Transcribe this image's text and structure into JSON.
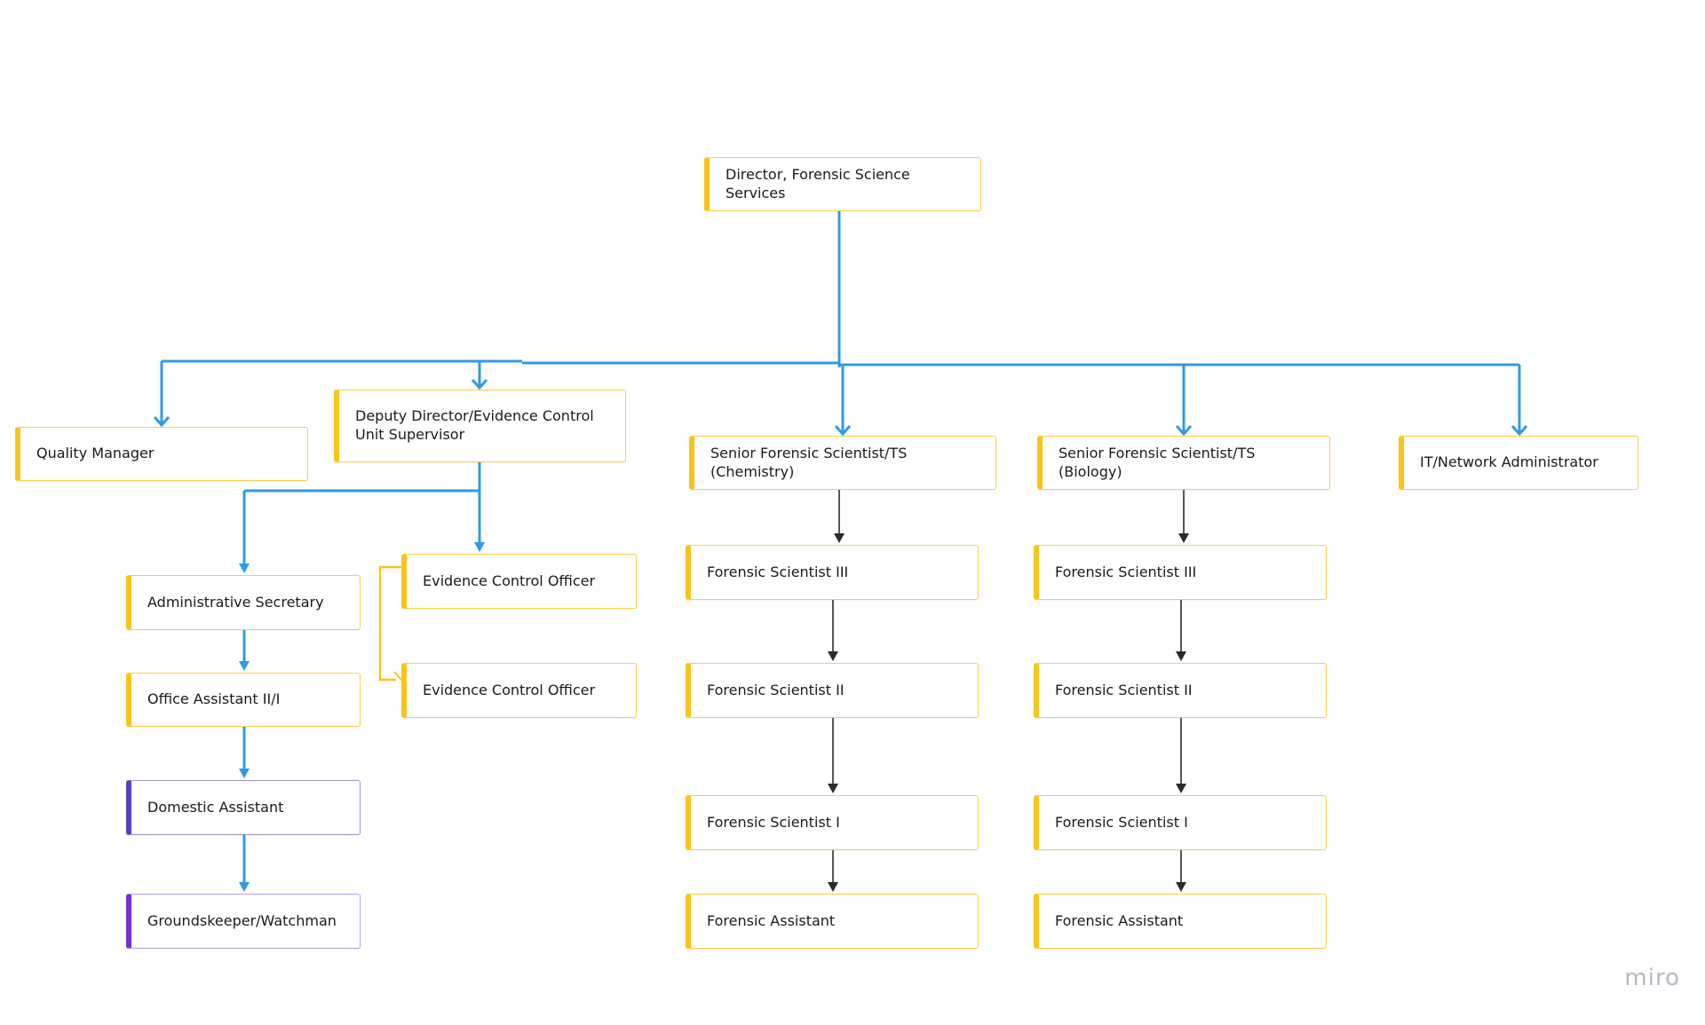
{
  "colors": {
    "connector_primary": "#2f9be6",
    "connector_secondary": "#2b2b2b",
    "connector_accent": "#fcc419",
    "node_accent": "#fcc419"
  },
  "nodes": {
    "director": "Director, Forensic Science Services",
    "quality_manager": "Quality Manager",
    "deputy_director": "Deputy Director/Evidence Control Unit Supervisor",
    "senior_chem": "Senior Forensic Scientist/TS (Chemistry)",
    "senior_bio": "Senior Forensic Scientist/TS (Biology)",
    "it_admin": "IT/Network Administrator",
    "admin_secretary": "Administrative Secretary",
    "office_assistant": "Office Assistant II/I",
    "domestic_assistant": "Domestic Assistant",
    "groundskeeper": "Groundskeeper/Watchman",
    "evidence_officer_1": "Evidence Control Officer",
    "evidence_officer_2": "Evidence Control Officer",
    "chem_fs3": "Forensic Scientist III",
    "chem_fs2": "Forensic Scientist II",
    "chem_fs1": "Forensic Scientist I",
    "chem_fa": "Forensic Assistant",
    "bio_fs3": "Forensic Scientist III",
    "bio_fs2": "Forensic Scientist II",
    "bio_fs1": "Forensic Scientist I",
    "bio_fa": "Forensic Assistant"
  },
  "watermark": "miro"
}
